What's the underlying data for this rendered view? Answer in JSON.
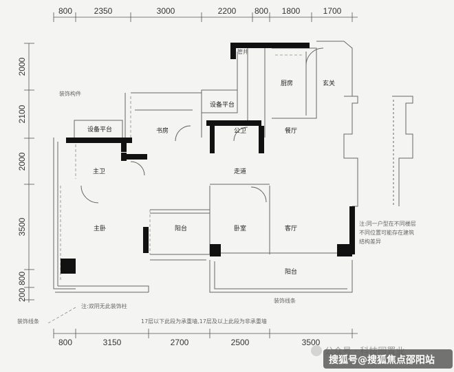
{
  "dimensions": {
    "top": [
      "800",
      "2350",
      "3000",
      "2200",
      "800",
      "1800",
      "1700"
    ],
    "bottom": [
      "800",
      "3150",
      "2700",
      "2500",
      "3500"
    ],
    "left": [
      "2000",
      "2100",
      "2000",
      "3500",
      "800",
      "200"
    ]
  },
  "rooms": {
    "kitchen": "厨房",
    "entrance": "玄关",
    "equipment_top": "设备平台",
    "equipment_left": "设备平台",
    "study": "书房",
    "public_bath": "公卫",
    "dining": "餐厅",
    "master_bath": "主卫",
    "corridor": "走道",
    "master_bedroom": "主卧",
    "balcony_small": "阳台",
    "bedroom": "卧室",
    "living": "客厅",
    "balcony_large": "阳台",
    "small_label": "管井"
  },
  "notes": {
    "decor_component": "装饰构件",
    "fake_column": "注:双阴无此装饰柱",
    "decor_line_left": "装饰线条",
    "decor_line_right": "装饰线条",
    "same_type_note": [
      "注:同一户型在不同楼层",
      "不同位置可能存在建筑",
      "结构差异"
    ],
    "bearing_wall": "17层以下此段为承重墙,17层及以上此段为非承重墙"
  },
  "watermark": {
    "wechat": "公众号 · 科技园置业",
    "sohu": "搜狐号@搜狐焦点邵阳站"
  },
  "colors": {
    "background": "#f4f4f2",
    "wall": "#111111",
    "line": "#777777",
    "watermark_box": "#5a5a5a"
  }
}
